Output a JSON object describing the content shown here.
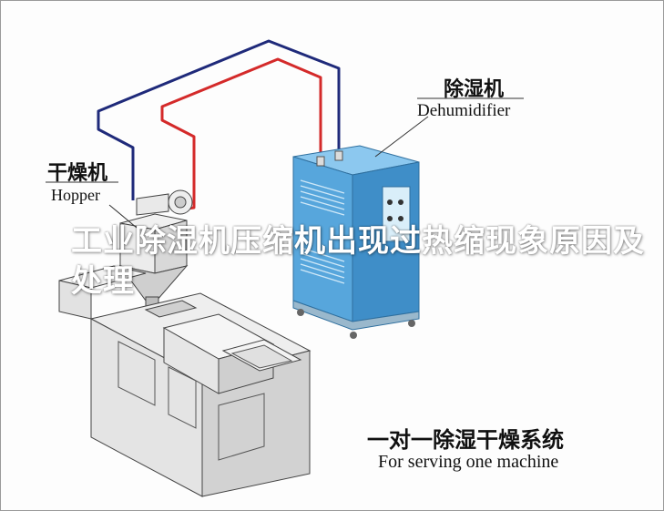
{
  "labels": {
    "dehumidifier_cn": "除湿机",
    "dehumidifier_en": "Dehumidifier",
    "hopper_cn": "干燥机",
    "hopper_en": "Hopper",
    "system_cn": "一对一除湿干燥系统",
    "system_en": "For serving one machine"
  },
  "overlay": {
    "title": "工业除湿机压缩机出现过热缩现象原因及处理"
  },
  "colors": {
    "return_pipe": "#1f2a7a",
    "supply_pipe": "#d42a2a",
    "dehumidifier_body": "#57a6dc",
    "machine_body": "#e6e6e6"
  }
}
